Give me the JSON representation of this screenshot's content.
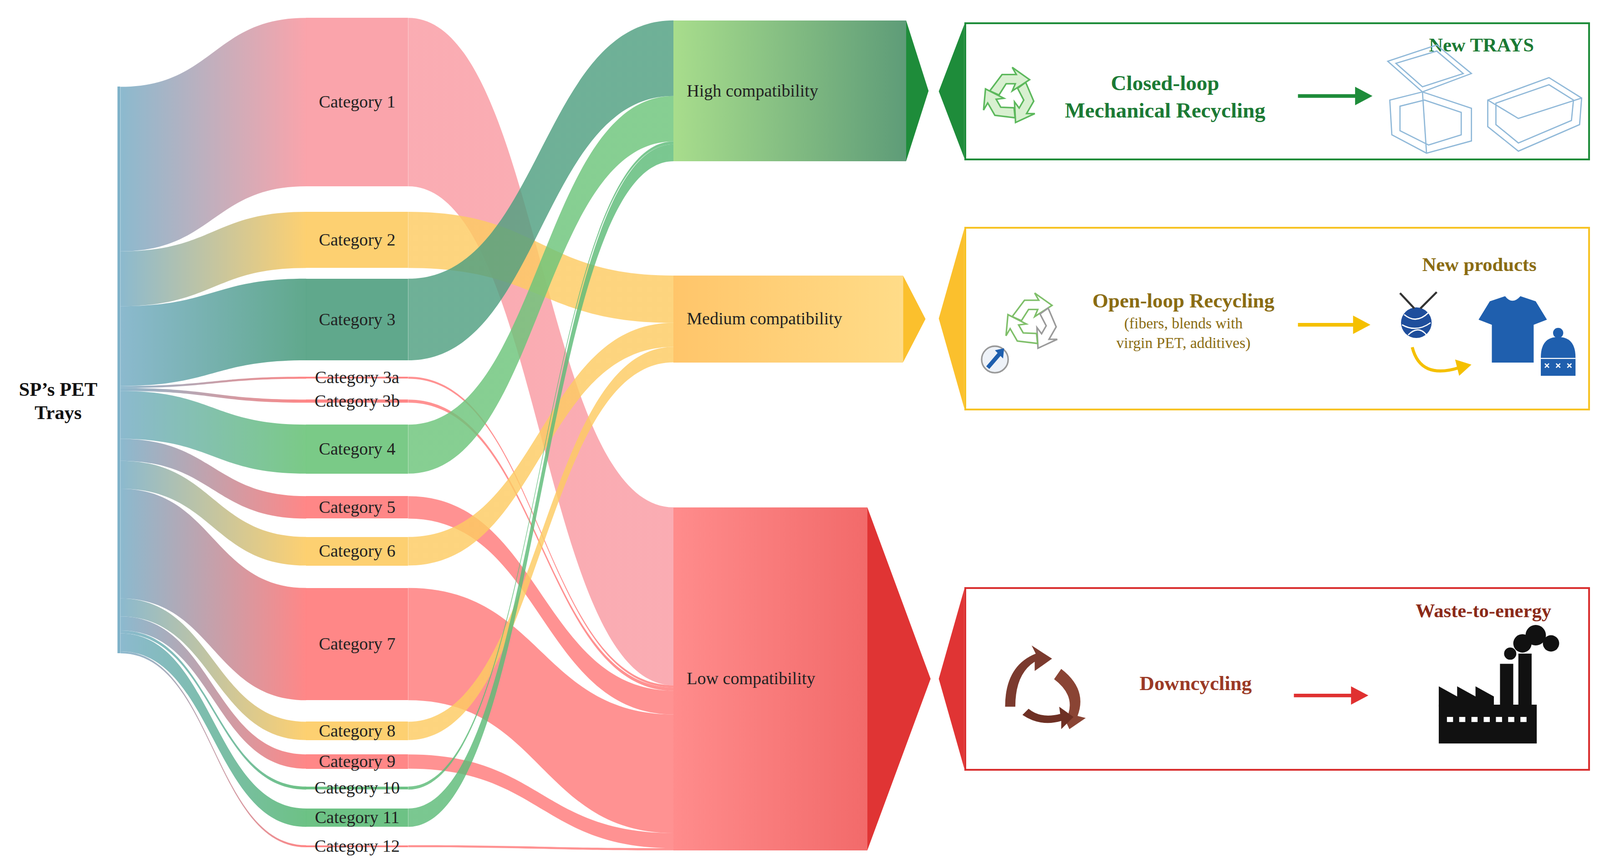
{
  "diagram": {
    "nodes": [
      {
        "text": [
          "SP’s PET Trays"
        ]
      },
      {
        "text": [
          "Category 1"
        ]
      },
      {
        "text": [
          "Category 2"
        ]
      },
      {
        "text": [
          "Category 3"
        ]
      },
      {
        "text": [
          "Category 3a"
        ]
      },
      {
        "text": [
          "Category 3b"
        ]
      },
      {
        "text": [
          "Category 4"
        ]
      },
      {
        "text": [
          "Category 5"
        ]
      },
      {
        "text": [
          "Category 6"
        ]
      },
      {
        "text": [
          "Category 7"
        ]
      },
      {
        "text": [
          "Category 8"
        ]
      },
      {
        "text": [
          "Category 9"
        ]
      },
      {
        "text": [
          "Category 10"
        ]
      },
      {
        "text": [
          "Category 11"
        ]
      },
      {
        "text": [
          "Category 12"
        ]
      },
      {
        "text": [
          "High compatibility"
        ]
      },
      {
        "text": [
          "Medium compatibility"
        ]
      },
      {
        "text": [
          "Low compatibility"
        ]
      },
      {
        "text": [
          "Closed-loop Mechanical Recycling",
          "New TRAYS"
        ]
      },
      {
        "text": [
          "Open-loop Recycling",
          "(fibers, blends with virgin PET, additives)",
          "New products"
        ]
      },
      {
        "text": [
          "Downcycling",
          "Waste-to-energy"
        ]
      }
    ],
    "edges": [
      {
        "from": 0,
        "to": 1,
        "arrow": "none"
      },
      {
        "from": 0,
        "to": 2,
        "arrow": "none"
      },
      {
        "from": 0,
        "to": 3,
        "arrow": "none"
      },
      {
        "from": 0,
        "to": 4,
        "arrow": "none"
      },
      {
        "from": 0,
        "to": 5,
        "arrow": "none"
      },
      {
        "from": 0,
        "to": 6,
        "arrow": "none"
      },
      {
        "from": 0,
        "to": 7,
        "arrow": "none"
      },
      {
        "from": 0,
        "to": 8,
        "arrow": "none"
      },
      {
        "from": 0,
        "to": 9,
        "arrow": "none"
      },
      {
        "from": 0,
        "to": 10,
        "arrow": "none"
      },
      {
        "from": 0,
        "to": 11,
        "arrow": "none"
      },
      {
        "from": 0,
        "to": 12,
        "arrow": "none"
      },
      {
        "from": 0,
        "to": 13,
        "arrow": "none"
      },
      {
        "from": 0,
        "to": 14,
        "arrow": "none"
      },
      {
        "from": 1,
        "to": 17,
        "arrow": "none"
      },
      {
        "from": 2,
        "to": 16,
        "arrow": "none"
      },
      {
        "from": 3,
        "to": 15,
        "arrow": "none"
      },
      {
        "from": 4,
        "to": 17,
        "arrow": "none"
      },
      {
        "from": 5,
        "to": 17,
        "arrow": "none"
      },
      {
        "from": 6,
        "to": 15,
        "arrow": "none"
      },
      {
        "from": 7,
        "to": 17,
        "arrow": "none"
      },
      {
        "from": 8,
        "to": 16,
        "arrow": "none"
      },
      {
        "from": 9,
        "to": 17,
        "arrow": "none"
      },
      {
        "from": 10,
        "to": 16,
        "arrow": "none"
      },
      {
        "from": 11,
        "to": 17,
        "arrow": "none"
      },
      {
        "from": 12,
        "to": 15,
        "arrow": "none"
      },
      {
        "from": 13,
        "to": 15,
        "arrow": "none"
      },
      {
        "from": 14,
        "to": 17,
        "arrow": "none"
      },
      {
        "from": 15,
        "to": 18,
        "arrow": "to"
      },
      {
        "from": 16,
        "to": 19,
        "arrow": "to"
      },
      {
        "from": 17,
        "to": 20,
        "arrow": "to"
      }
    ]
  }
}
